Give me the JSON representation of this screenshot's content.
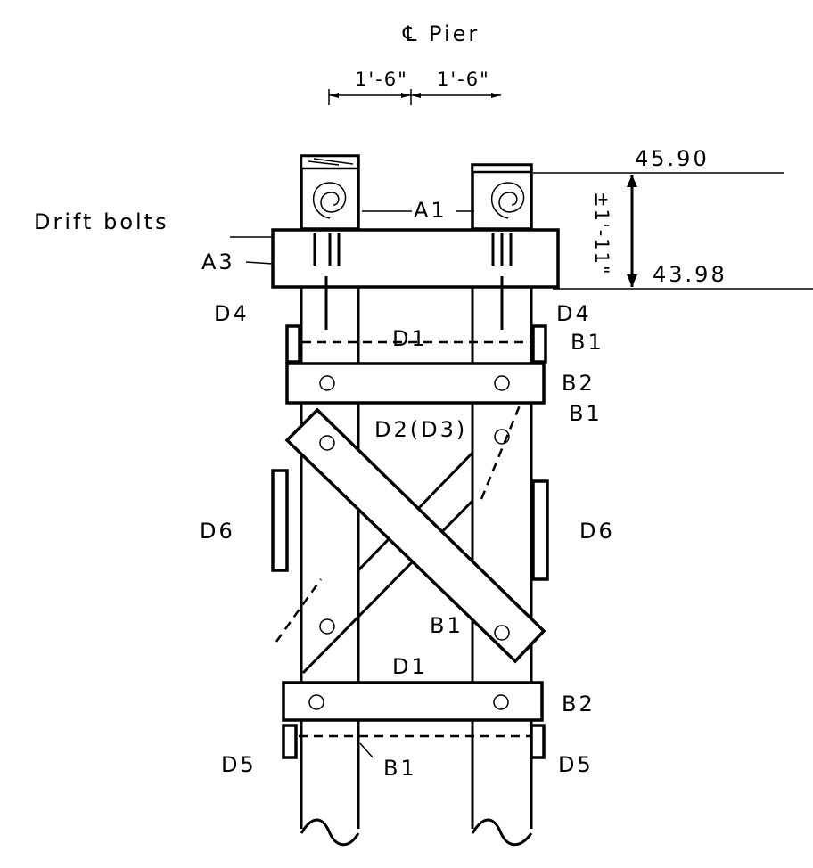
{
  "title": "℄ Pier",
  "dimensions": {
    "left_spacing": "1'-6\"",
    "right_spacing": "1'-6\"",
    "elev_top": "45.90",
    "elev_bottom": "43.98",
    "height_mark": "±1'-11\""
  },
  "labels": {
    "drift_bolts": "Drift bolts",
    "a1": "A1",
    "a3": "A3",
    "d4_left": "D4",
    "d4_right": "D4",
    "b1_upper_right": "B1",
    "d1_upper": "D1",
    "b2_upper": "B2",
    "b1_right_mid": "B1",
    "d2_d3": "D2(D3)",
    "d6_left": "D6",
    "d6_right": "D6",
    "b1_center": "B1",
    "d1_lower": "D1",
    "b2_lower": "B2",
    "d5_left": "D5",
    "d5_right": "D5",
    "b1_bottom": "B1"
  }
}
